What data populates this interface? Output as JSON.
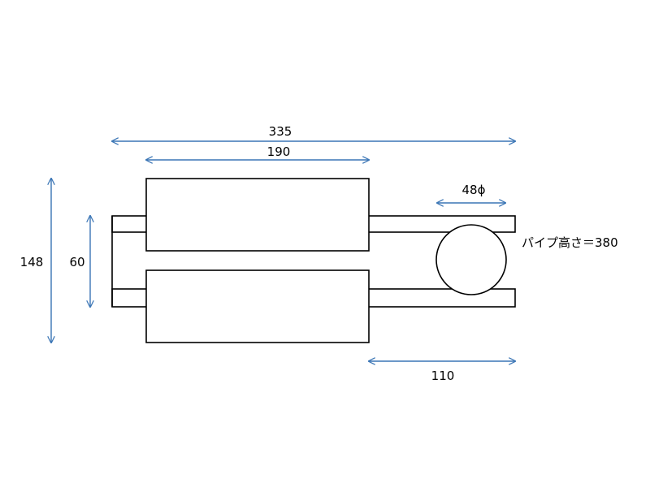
{
  "diagram": {
    "dimensions": {
      "total_length": "335",
      "block_length": "190",
      "pipe_diameter": "48ϕ",
      "overhang_length": "110",
      "total_height": "148",
      "inner_height": "60"
    },
    "note": "パイプ高さ＝380"
  },
  "colors": {
    "dimension_arrow": "#3a75b5",
    "outline": "#000000",
    "background": "#ffffff"
  }
}
